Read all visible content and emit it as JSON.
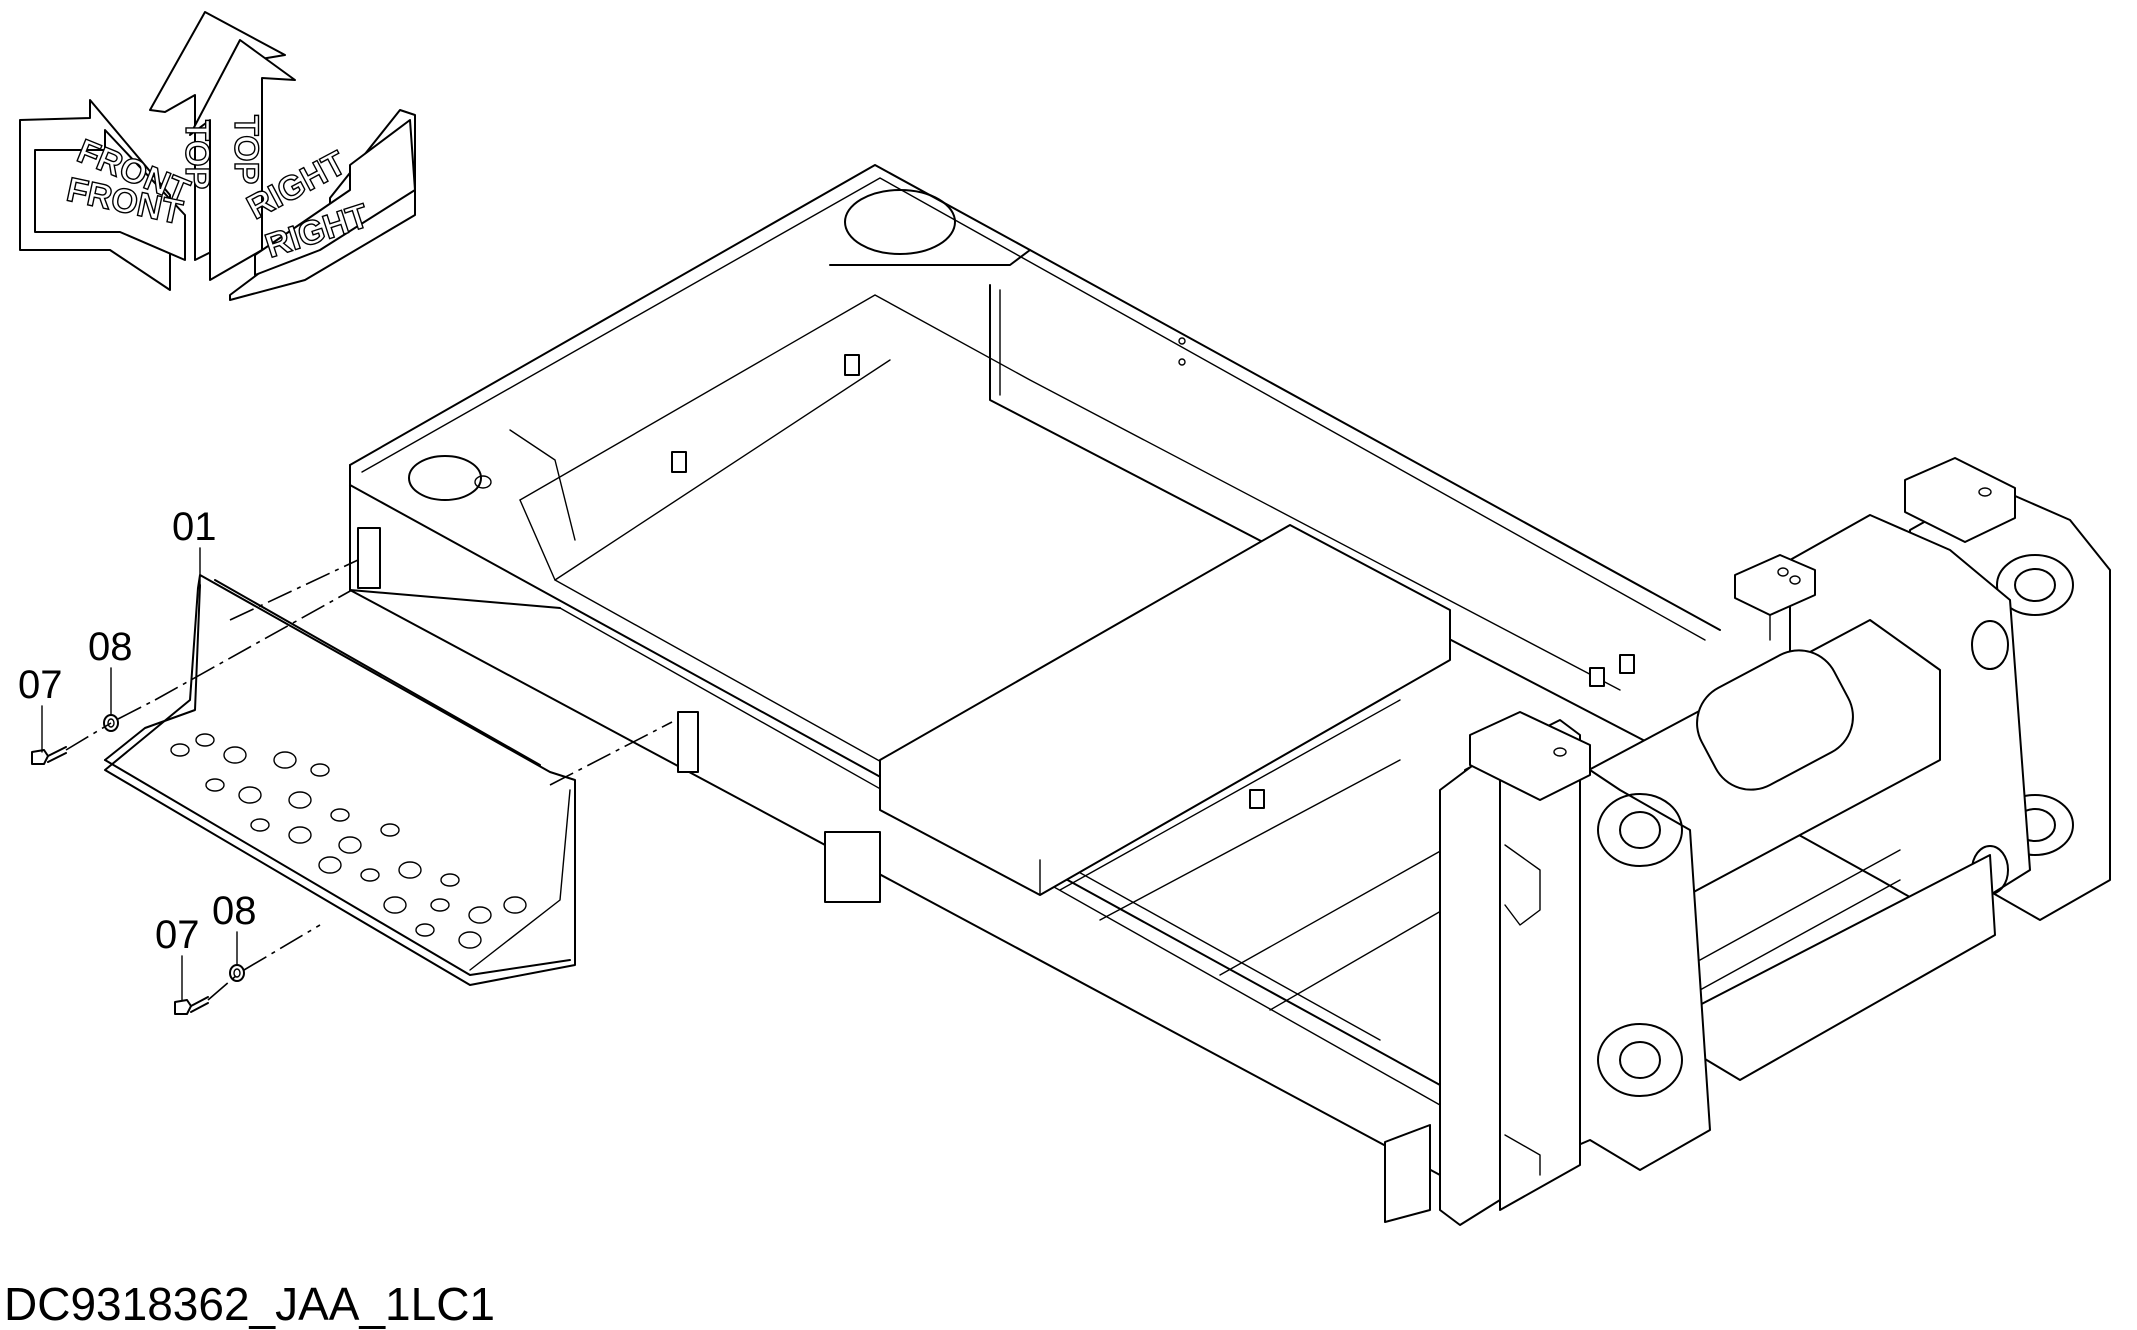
{
  "orientation": {
    "top_1": "TOP",
    "top_2": "TOP",
    "front_1": "FRONT",
    "front_2": "FRONT",
    "right_1": "RIGHT",
    "right_2": "RIGHT"
  },
  "callouts": [
    {
      "id": "01"
    },
    {
      "id": "08"
    },
    {
      "id": "07"
    },
    {
      "id": "08"
    },
    {
      "id": "07"
    }
  ],
  "drawing_code": "DC9318362_JAA_1LC1"
}
